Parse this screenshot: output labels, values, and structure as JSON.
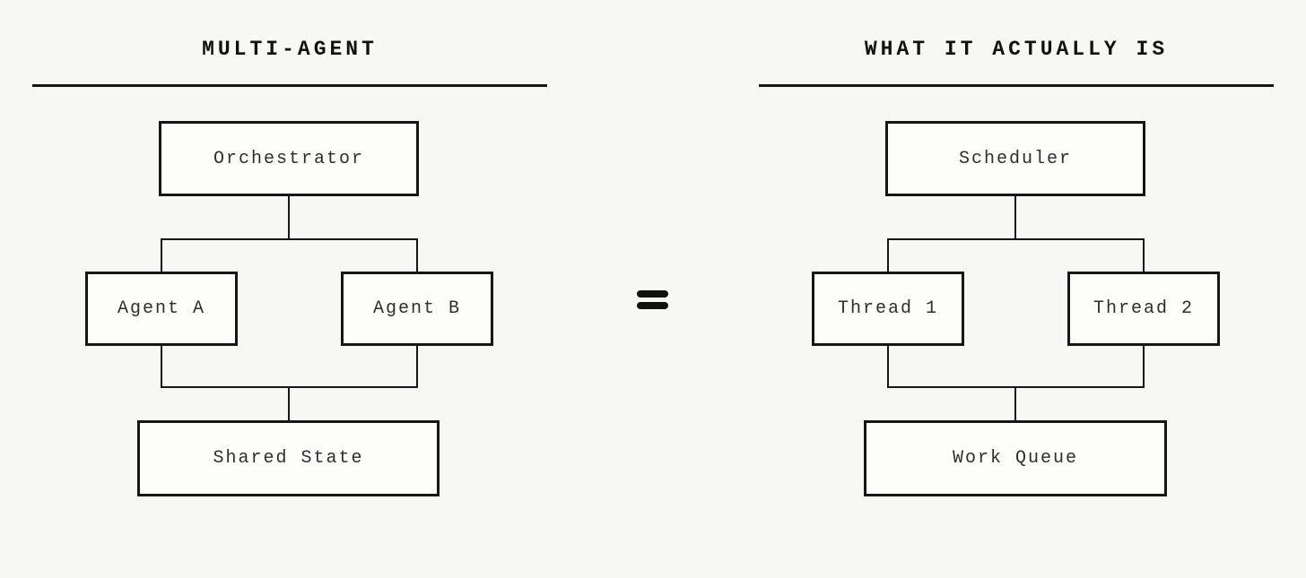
{
  "colors": {
    "background": "#f7f7f5",
    "box-fill": "#fdfdfc",
    "line": "#161616",
    "text": "#2e2e2e",
    "title": "#111111"
  },
  "equals_symbol": "=",
  "diagrams": [
    {
      "title": "MULTI-AGENT",
      "root": "Orchestrator",
      "children": [
        "Agent A",
        "Agent B"
      ],
      "sink": "Shared State"
    },
    {
      "title": "WHAT IT ACTUALLY IS",
      "root": "Scheduler",
      "children": [
        "Thread 1",
        "Thread 2"
      ],
      "sink": "Work Queue"
    }
  ]
}
